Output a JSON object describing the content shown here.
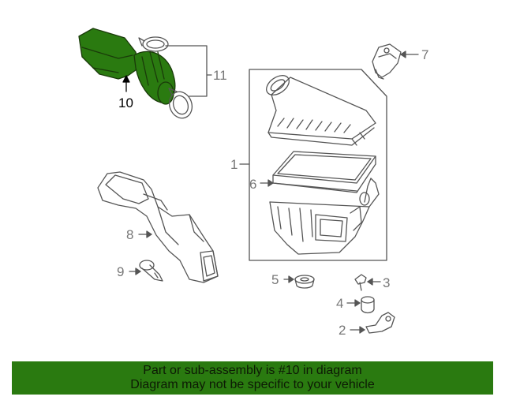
{
  "callouts": {
    "c1": "1",
    "c2": "2",
    "c3": "3",
    "c4": "4",
    "c5": "5",
    "c6": "6",
    "c7": "7",
    "c8": "8",
    "c9": "9",
    "c10": "10",
    "c11": "11"
  },
  "highlighted_part": "10",
  "colors": {
    "highlight": "#2a7a10",
    "line": "#555555",
    "callout": "#777777"
  },
  "banner": {
    "line1": "Part or sub-assembly is #10 in diagram",
    "line2": "Diagram may not be specific to your vehicle"
  }
}
